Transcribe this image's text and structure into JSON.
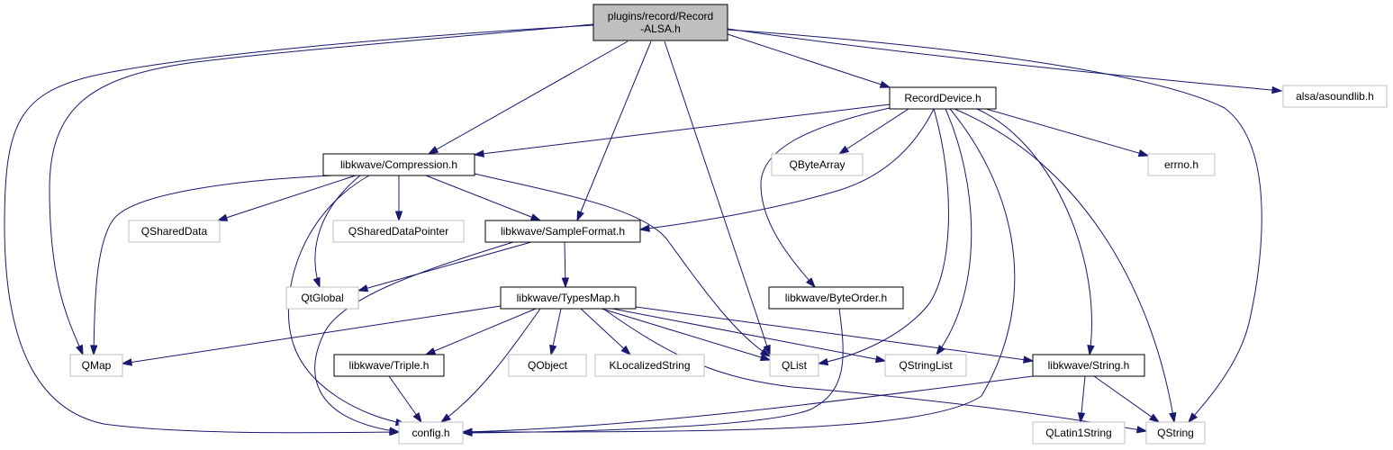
{
  "diagram": {
    "nodes": [
      {
        "id": "record_alsa",
        "lines": [
          "plugins/record/Record",
          "-ALSA.h"
        ],
        "kind": "focus"
      },
      {
        "id": "record_device",
        "lines": [
          "RecordDevice.h"
        ],
        "kind": "doc"
      },
      {
        "id": "alsa_asoundlib",
        "lines": [
          "alsa/asoundlib.h"
        ],
        "kind": "ext"
      },
      {
        "id": "compression",
        "lines": [
          "libkwave/Compression.h"
        ],
        "kind": "doc"
      },
      {
        "id": "qbytearray",
        "lines": [
          "QByteArray"
        ],
        "kind": "ext"
      },
      {
        "id": "errno",
        "lines": [
          "errno.h"
        ],
        "kind": "ext"
      },
      {
        "id": "qshareddata",
        "lines": [
          "QSharedData"
        ],
        "kind": "ext"
      },
      {
        "id": "qshareddatapointer",
        "lines": [
          "QSharedDataPointer"
        ],
        "kind": "ext"
      },
      {
        "id": "sampleformat",
        "lines": [
          "libkwave/SampleFormat.h"
        ],
        "kind": "doc"
      },
      {
        "id": "qtglobal",
        "lines": [
          "QtGlobal"
        ],
        "kind": "ext"
      },
      {
        "id": "typesmap",
        "lines": [
          "libkwave/TypesMap.h"
        ],
        "kind": "doc"
      },
      {
        "id": "byteorder",
        "lines": [
          "libkwave/ByteOrder.h"
        ],
        "kind": "doc"
      },
      {
        "id": "qmap",
        "lines": [
          "QMap"
        ],
        "kind": "ext"
      },
      {
        "id": "triple",
        "lines": [
          "libkwave/Triple.h"
        ],
        "kind": "doc"
      },
      {
        "id": "qobject",
        "lines": [
          "QObject"
        ],
        "kind": "ext"
      },
      {
        "id": "klocalizedstring",
        "lines": [
          "KLocalizedString"
        ],
        "kind": "ext"
      },
      {
        "id": "qlist",
        "lines": [
          "QList"
        ],
        "kind": "ext"
      },
      {
        "id": "qstringlist",
        "lines": [
          "QStringList"
        ],
        "kind": "ext"
      },
      {
        "id": "string",
        "lines": [
          "libkwave/String.h"
        ],
        "kind": "doc"
      },
      {
        "id": "config",
        "lines": [
          "config.h"
        ],
        "kind": "ext"
      },
      {
        "id": "qlatin1string",
        "lines": [
          "QLatin1String"
        ],
        "kind": "ext"
      },
      {
        "id": "qstring",
        "lines": [
          "QString"
        ],
        "kind": "ext"
      }
    ],
    "edges": [
      {
        "from": "record_alsa",
        "to": "record_device"
      },
      {
        "from": "record_alsa",
        "to": "alsa_asoundlib"
      },
      {
        "from": "record_alsa",
        "to": "compression"
      },
      {
        "from": "record_alsa",
        "to": "sampleformat"
      },
      {
        "from": "record_alsa",
        "to": "qlist"
      },
      {
        "from": "record_alsa",
        "to": "qmap"
      },
      {
        "from": "record_alsa",
        "to": "config"
      },
      {
        "from": "record_alsa",
        "to": "qstring"
      },
      {
        "from": "record_device",
        "to": "compression"
      },
      {
        "from": "record_device",
        "to": "qbytearray"
      },
      {
        "from": "record_device",
        "to": "errno"
      },
      {
        "from": "record_device",
        "to": "sampleformat"
      },
      {
        "from": "record_device",
        "to": "byteorder"
      },
      {
        "from": "record_device",
        "to": "qlist"
      },
      {
        "from": "record_device",
        "to": "qstringlist"
      },
      {
        "from": "record_device",
        "to": "string"
      },
      {
        "from": "record_device",
        "to": "config"
      },
      {
        "from": "record_device",
        "to": "qstring"
      },
      {
        "from": "compression",
        "to": "qshareddata"
      },
      {
        "from": "compression",
        "to": "qshareddatapointer"
      },
      {
        "from": "compression",
        "to": "sampleformat"
      },
      {
        "from": "compression",
        "to": "qtglobal"
      },
      {
        "from": "compression",
        "to": "qmap"
      },
      {
        "from": "compression",
        "to": "config"
      },
      {
        "from": "compression",
        "to": "qlist"
      },
      {
        "from": "sampleformat",
        "to": "qtglobal"
      },
      {
        "from": "sampleformat",
        "to": "typesmap"
      },
      {
        "from": "sampleformat",
        "to": "config"
      },
      {
        "from": "typesmap",
        "to": "qmap"
      },
      {
        "from": "typesmap",
        "to": "triple"
      },
      {
        "from": "typesmap",
        "to": "config"
      },
      {
        "from": "typesmap",
        "to": "qobject"
      },
      {
        "from": "typesmap",
        "to": "klocalizedstring"
      },
      {
        "from": "typesmap",
        "to": "qlist"
      },
      {
        "from": "typesmap",
        "to": "qstringlist"
      },
      {
        "from": "typesmap",
        "to": "string"
      },
      {
        "from": "typesmap",
        "to": "qstring"
      },
      {
        "from": "byteorder",
        "to": "config"
      },
      {
        "from": "triple",
        "to": "config"
      },
      {
        "from": "string",
        "to": "config"
      },
      {
        "from": "string",
        "to": "qlatin1string"
      },
      {
        "from": "string",
        "to": "qstring"
      }
    ],
    "colors": {
      "edge": "#191970",
      "focus_fill": "#bfbfbf",
      "documented_border": "#000000",
      "external_border": "#bfbfbf"
    }
  }
}
